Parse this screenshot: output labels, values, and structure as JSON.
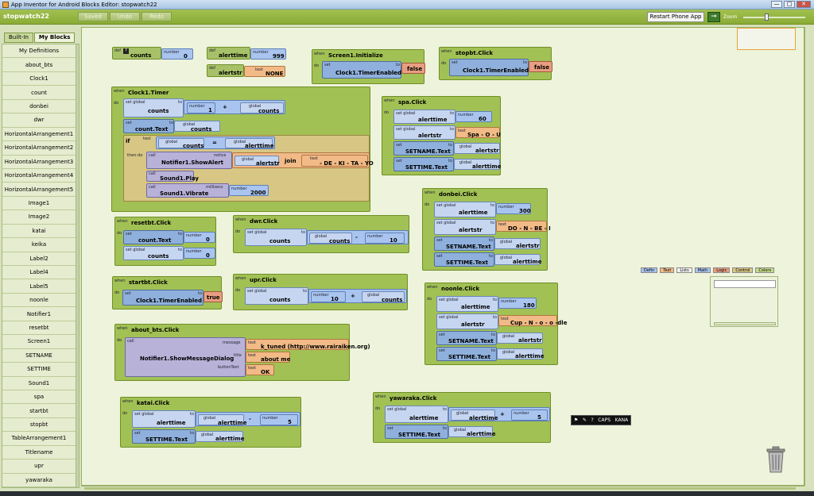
{
  "window": {
    "title": "App Inventor for Android Blocks Editor: stopwatch22",
    "minimize": "—",
    "maximize": "□",
    "close": "✕"
  },
  "toolbar": {
    "project_name": "stopwatch22",
    "saved": "Saved",
    "undo": "Undo",
    "redo": "Redo",
    "restart": "Restart Phone App",
    "zoom": "Zoom"
  },
  "tabs": [
    "Built-In",
    "My Blocks"
  ],
  "sidebar": {
    "items": [
      "My Definitions",
      "about_bts",
      "Clock1",
      "count",
      "donbei",
      "dwr",
      "HorizontalArrangement1",
      "HorizontalArrangement2",
      "HorizontalArrangement3",
      "HorizontalArrangement4",
      "HorizontalArrangement5",
      "Image1",
      "Image2",
      "katai",
      "keika",
      "Label2",
      "Label4",
      "Label5",
      "noonle",
      "Notifier1",
      "resetbt",
      "Screen1",
      "SETNAME",
      "SETTIME",
      "Sound1",
      "spa",
      "startbt",
      "stopbt",
      "TableArrangement1",
      "Titlename",
      "upr",
      "yawaraka"
    ]
  },
  "palette": [
    "Defin",
    "Text",
    "Lists",
    "Math",
    "Logic",
    "Control",
    "Colors"
  ],
  "ime": {
    "label1": "CAPS",
    "label2": "KANA"
  },
  "blocks": {
    "def_counts": {
      "def": "def",
      "name": "counts",
      "type": "number",
      "value": "0",
      "q": "?"
    },
    "def_alerttime": {
      "def": "def",
      "name": "alerttime",
      "type": "number",
      "value": "999"
    },
    "def_alertstr": {
      "def": "def",
      "name": "alertstr",
      "type": "text",
      "value": "NONE"
    },
    "screen_init": {
      "when": "when",
      "event": "Screen1.Initialize",
      "do": "do",
      "set": "set",
      "target": "Clock1.TimerEnabled",
      "to": "to",
      "value": "false"
    },
    "stopbt": {
      "when": "when",
      "event": "stopbt.Click",
      "do": "do",
      "set": "set",
      "target": "Clock1.TimerEnabled",
      "to": "to",
      "value": "false"
    },
    "clock_timer": {
      "when": "when",
      "event": "Clock1.Timer",
      "do": "do",
      "setglobal": "set global",
      "counts": "counts",
      "to": "to",
      "number": "number",
      "one": "1",
      "plus": "+",
      "global": "global",
      "set": "set",
      "count_text": "count.Text",
      "if": "if",
      "test": "test",
      "eq": "=",
      "alerttime": "alerttime",
      "thendo": "then-do",
      "call": "call",
      "show_alert": "Notifier1.ShowAlert",
      "notice": "notice",
      "alertstr": "alertstr",
      "join": "join",
      "text": "text",
      "dekitayo": "- DE - KI - TA - YO",
      "sound_play": "Sound1.Play",
      "sound_vibrate": "Sound1.Vibrate",
      "millisecs": "millisecs",
      "ms": "2000"
    },
    "spa": {
      "when": "when",
      "event": "spa.Click",
      "do": "do",
      "setglobal": "set global",
      "alerttime": "alerttime",
      "to": "to",
      "number": "number",
      "time": "60",
      "alertstr": "alertstr",
      "text": "text",
      "str": "Spa - O - U",
      "set": "set",
      "setname": "SETNAME.Text",
      "settime": "SETTIME.Text",
      "global": "global"
    },
    "resetbt": {
      "when": "when",
      "event": "resetbt.Click",
      "do": "do",
      "set": "set",
      "count_text": "count.Text",
      "to": "to",
      "number": "number",
      "zero": "0",
      "setglobal": "set global",
      "counts": "counts"
    },
    "dwr": {
      "when": "when",
      "event": "dwr.Click",
      "do": "do",
      "setglobal": "set global",
      "counts": "counts",
      "to": "to",
      "global": "global",
      "minus": "-",
      "number": "number",
      "ten": "10"
    },
    "donbei": {
      "when": "when",
      "event": "donbei.Click",
      "do": "do",
      "setglobal": "set global",
      "alerttime": "alerttime",
      "to": "to",
      "number": "number",
      "time": "300",
      "alertstr": "alertstr",
      "text": "text",
      "str": "DO - N - BE - I",
      "set": "set",
      "setname": "SETNAME.Text",
      "settime": "SETTIME.Text",
      "global": "global"
    },
    "startbt": {
      "when": "when",
      "event": "startbt.Click",
      "do": "do",
      "set": "set",
      "target": "Clock1.TimerEnabled",
      "to": "to",
      "value": "true"
    },
    "upr": {
      "when": "when",
      "event": "upr.Click",
      "do": "do",
      "setglobal": "set global",
      "counts": "counts",
      "to": "to",
      "number": "number",
      "ten": "10",
      "plus": "+",
      "global": "global"
    },
    "noonle": {
      "when": "when",
      "event": "noonle.Click",
      "do": "do",
      "setglobal": "set global",
      "alerttime": "alerttime",
      "to": "to",
      "number": "number",
      "time": "180",
      "alertstr": "alertstr",
      "text": "text",
      "str": "Cup - N - o - o -dle",
      "set": "set",
      "setname": "SETNAME.Text",
      "settime": "SETTIME.Text",
      "global": "global"
    },
    "about": {
      "when": "when",
      "event": "about_bts.Click",
      "do": "do",
      "call": "call",
      "method": "Notifier1.ShowMessageDialog",
      "message": "message",
      "title": "title",
      "buttonText": "buttonText",
      "text": "text",
      "msg": "k_tuned (http://www.rairaiken.org)",
      "ttl": "about me",
      "btn": "OK"
    },
    "katai": {
      "when": "when",
      "event": "katai.Click",
      "do": "do",
      "setglobal": "set global",
      "alerttime": "alerttime",
      "to": "to",
      "global": "global",
      "minus": "-",
      "number": "number",
      "five": "5",
      "set": "set",
      "settime": "SETTIME.Text"
    },
    "yawaraka": {
      "when": "when",
      "event": "yawaraka.Click",
      "do": "do",
      "setglobal": "set global",
      "alerttime": "alerttime",
      "to": "to",
      "global": "global",
      "plus": "+",
      "number": "number",
      "five": "5",
      "set": "set",
      "settime": "SETTIME.Text"
    }
  },
  "colors": {
    "event": "#a2c154",
    "component": "#8fb0dc",
    "text": "#f1ba87",
    "logic": "#e89e82",
    "procedure": "#b8b2d8"
  }
}
